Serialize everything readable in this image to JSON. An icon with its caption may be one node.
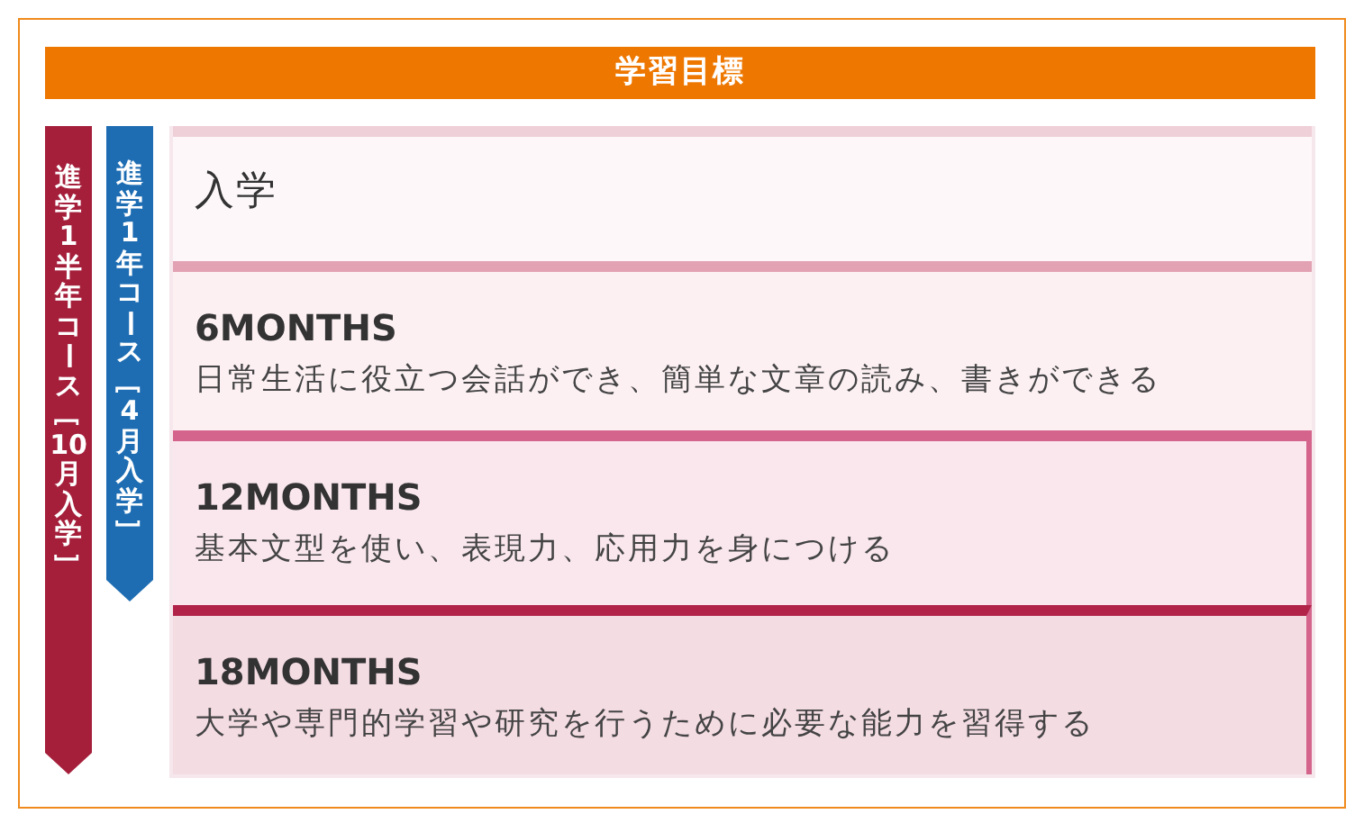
{
  "diagram": {
    "title": "学習目標",
    "nodes": [
      {
        "text": [
          "進学1半年コース［10月入学］"
        ]
      },
      {
        "text": [
          "進学1年コース［4月入学］"
        ]
      },
      {
        "text": [
          "入学"
        ]
      },
      {
        "text": [
          "6MONTHS",
          "日常生活に役立つ会話ができ、簡単な文章の読み、書きができる"
        ]
      },
      {
        "text": [
          "12MONTHS",
          "基本文型を使い、表現力、応用力を身につける"
        ]
      },
      {
        "text": [
          "18MONTHS",
          "大学や専門的学習や研究を行うために必要な能力を習得する"
        ]
      }
    ]
  }
}
